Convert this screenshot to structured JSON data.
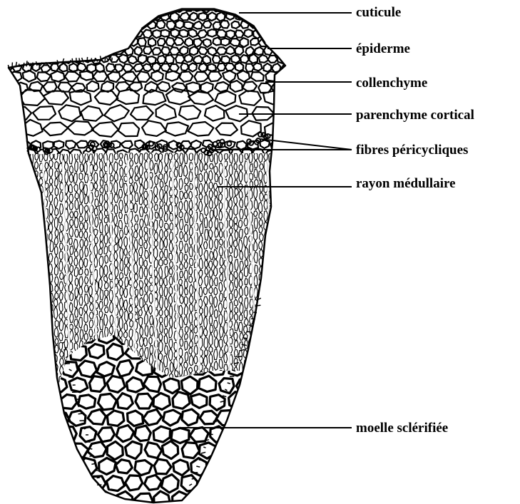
{
  "labels": [
    "cuticule",
    "épiderme",
    "collenchyme",
    "parenchyme cortical",
    "fibres péricycliques",
    "rayon médullaire",
    "moelle sclérifiée"
  ],
  "colors": {
    "ink": "#000000",
    "paper": "#ffffff"
  }
}
